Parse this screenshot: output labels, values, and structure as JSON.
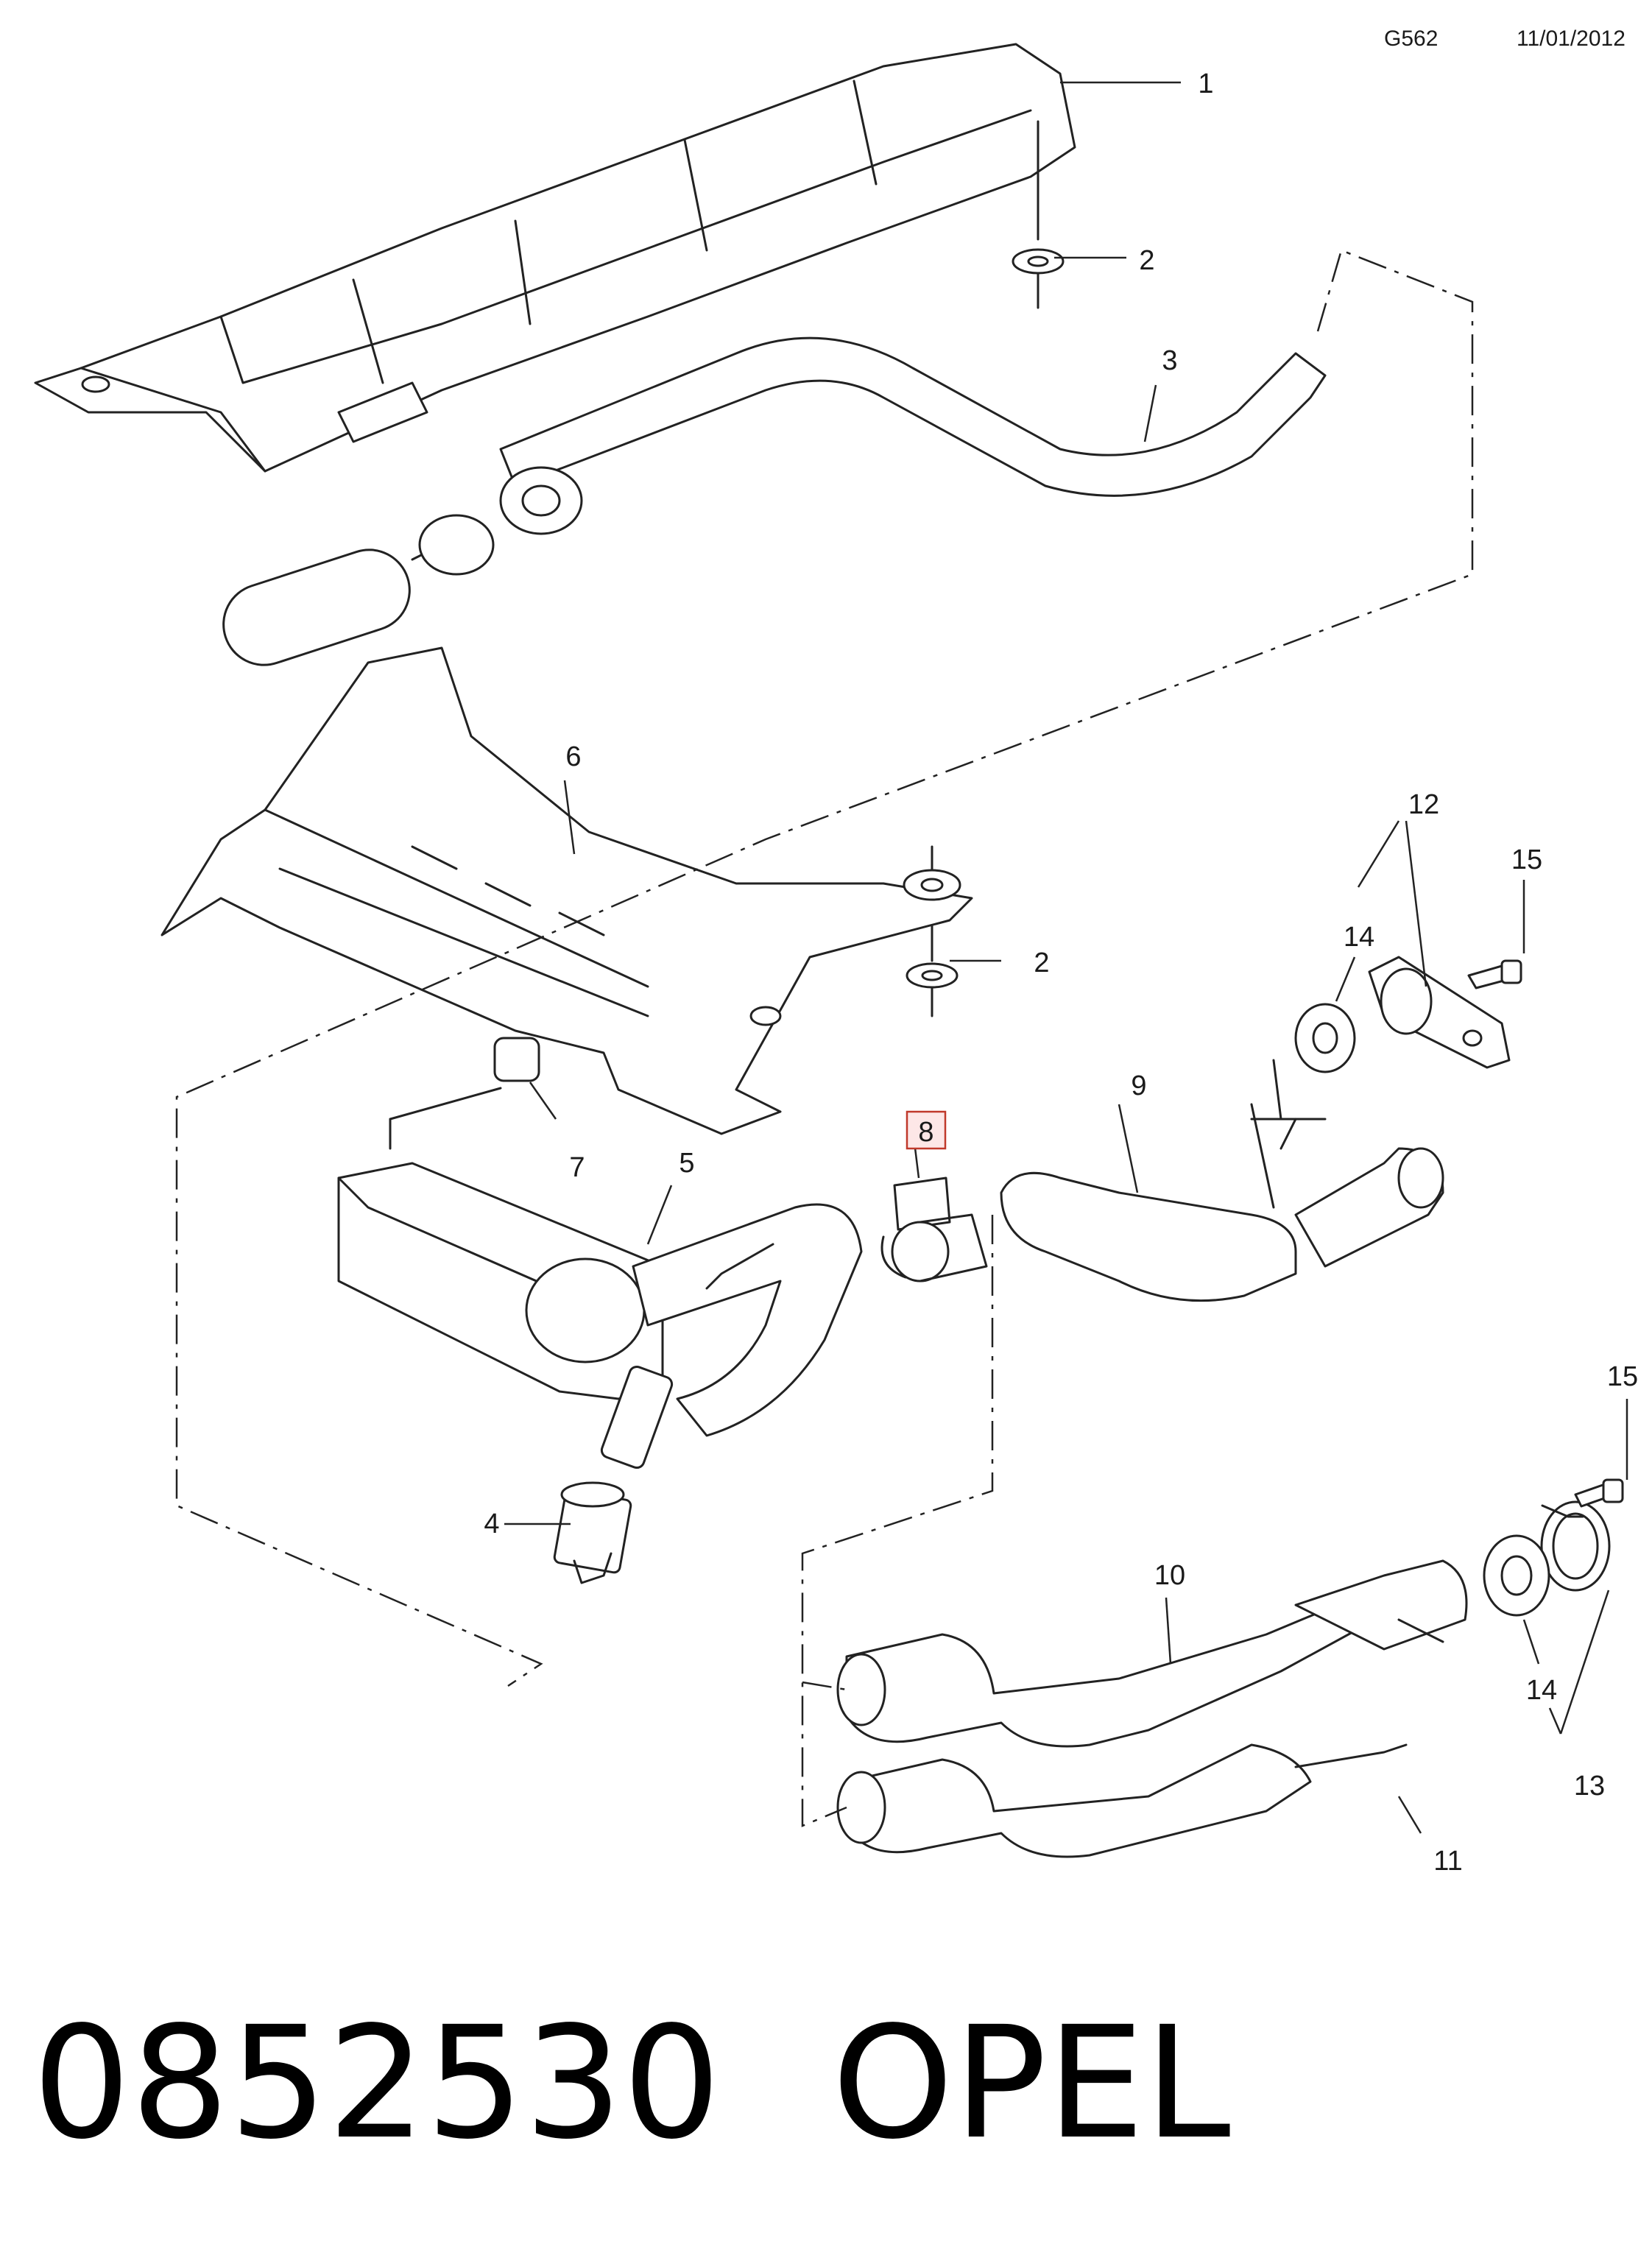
{
  "header": {
    "code": "G562",
    "date": "11/01/2012"
  },
  "callouts": {
    "c1": "1",
    "c2a": "2",
    "c2b": "2",
    "c3": "3",
    "c4": "4",
    "c5": "5",
    "c6": "6",
    "c7": "7",
    "c8": "8",
    "c9": "9",
    "c10": "10",
    "c11": "11",
    "c12": "12",
    "c13": "13",
    "c14a": "14",
    "c14b": "14",
    "c15a": "15",
    "c15b": "15"
  },
  "highlight_color": "#c0392b",
  "footer": {
    "part_number": "0852530",
    "brand": "OPEL"
  }
}
